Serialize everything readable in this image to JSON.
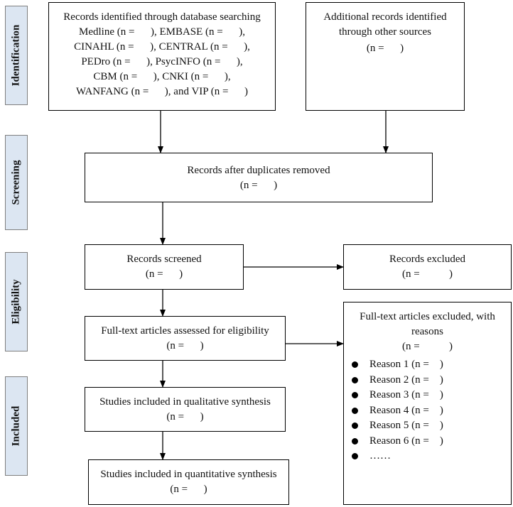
{
  "stages": {
    "identification": "Identification",
    "screening": "Screening",
    "eligibility": "Eligibility",
    "included": "Included"
  },
  "boxes": {
    "database_search": {
      "lines": [
        "Records identified through database searching",
        "Medline (n =      ), EMBASE (n =      ),",
        "CINAHL (n =      ), CENTRAL (n =      ),",
        "PEDro (n =      ), PsycINFO (n =      ),",
        "CBM (n =      ), CNKI (n =      ),",
        "WANFANG (n =      ), and VIP (n =      )"
      ]
    },
    "other_sources": {
      "lines": [
        "Additional records identified",
        "through other sources",
        "(n =      )"
      ]
    },
    "duplicates_removed": {
      "lines": [
        "Records after duplicates removed",
        "(n =      )"
      ]
    },
    "records_screened": {
      "lines": [
        "Records screened",
        "(n =      )"
      ]
    },
    "records_excluded": {
      "lines": [
        "Records excluded",
        "(n =           )"
      ]
    },
    "fulltext_assessed": {
      "lines": [
        "Full-text articles assessed for eligibility",
        "(n =      )"
      ]
    },
    "fulltext_excluded": {
      "lines": [
        "Full-text articles excluded, with",
        "reasons",
        "(n =           )"
      ],
      "reasons": [
        "Reason 1 (n =    )",
        "Reason 2 (n =    )",
        "Reason 3 (n =    )",
        "Reason 4 (n =    )",
        "Reason 5 (n =    )",
        "Reason 6 (n =    )",
        "……"
      ]
    },
    "qualitative": {
      "lines": [
        "Studies included in qualitative synthesis",
        "(n =      )"
      ]
    },
    "quantitative": {
      "lines": [
        "Studies included in quantitative synthesis",
        "(n =      )"
      ]
    }
  }
}
